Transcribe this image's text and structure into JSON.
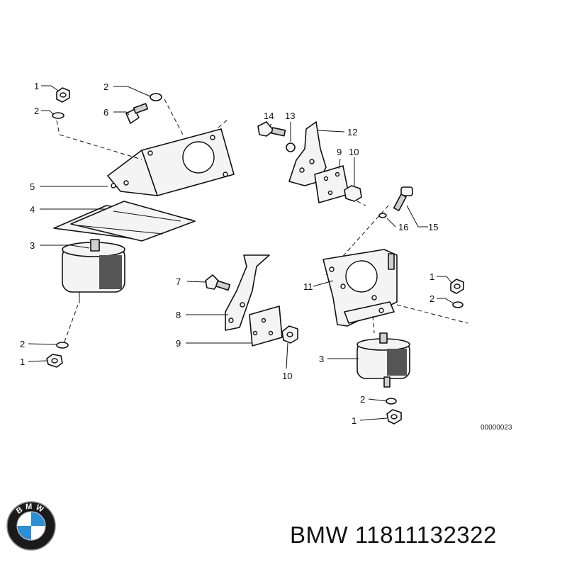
{
  "callouts": {
    "c1a": "1",
    "c2a": "2",
    "c6": "6",
    "c2b": "2",
    "c5": "5",
    "c4": "4",
    "c3a": "3",
    "c2c": "2",
    "c1b": "1",
    "c14": "14",
    "c13": "13",
    "c12": "12",
    "c9a": "9",
    "c10a": "10",
    "c16": "16",
    "c15": "15",
    "c7": "7",
    "c8": "8",
    "c9b": "9",
    "c10b": "10",
    "c11": "11",
    "c1c": "1",
    "c2d": "2",
    "c3b": "3",
    "c2e": "2",
    "c1d": "1"
  },
  "reference_number": "00000023",
  "brand_line": "BMW 11811132322",
  "logo": {
    "icon": "bmw-roundel-icon",
    "letters": "BMW",
    "colors": {
      "blue": "#2a8fd6",
      "white": "#ffffff",
      "ring": "#1a1a1a"
    }
  }
}
